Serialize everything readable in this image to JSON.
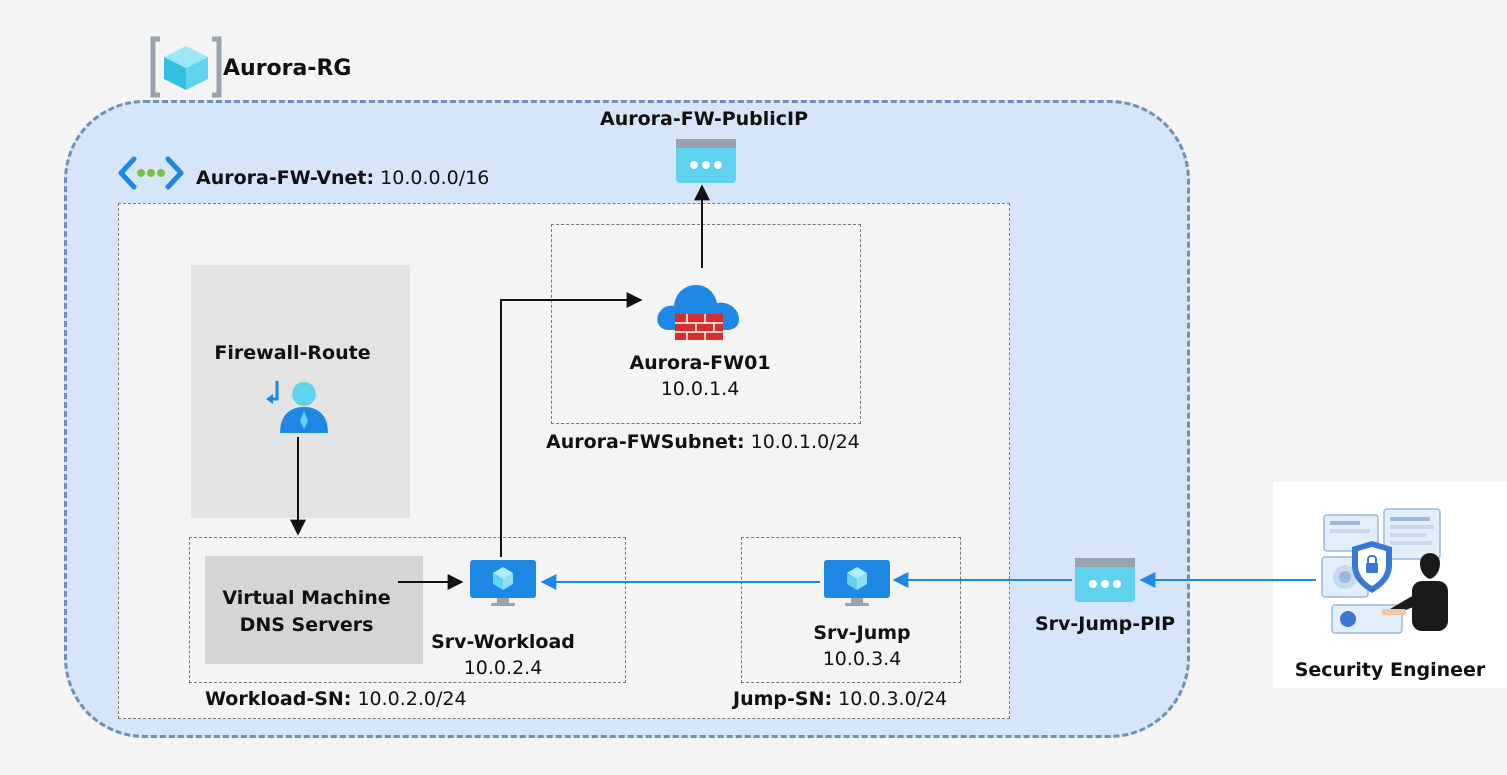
{
  "resource_group": {
    "name": "Aurora-RG"
  },
  "vnet": {
    "name": "Aurora-FW-Vnet:",
    "cidr": "10.0.0.0/16"
  },
  "public_ip": {
    "name": "Aurora-FW-PublicIP"
  },
  "fw_subnet": {
    "name": "Aurora-FWSubnet:",
    "cidr": "10.0.1.0/24"
  },
  "firewall": {
    "name": "Aurora-FW01",
    "ip": "10.0.1.4"
  },
  "route": {
    "name": "Firewall-Route"
  },
  "dns": {
    "line1": "Virtual Machine",
    "line2": "DNS Servers"
  },
  "workload": {
    "name": "Srv-Workload",
    "ip": "10.0.2.4"
  },
  "workload_subnet": {
    "name": "Workload-SN:",
    "cidr": "10.0.2.0/24"
  },
  "jump": {
    "name": "Srv-Jump",
    "ip": "10.0.3.4"
  },
  "jump_subnet": {
    "name": "Jump-SN:",
    "cidr": "10.0.3.0/24"
  },
  "jump_pip": {
    "name": "Srv-Jump-PIP"
  },
  "engineer": {
    "name": "Security Engineer"
  },
  "colors": {
    "rg_fill": "#d6e5f7",
    "azure_blue": "#1e88e5",
    "firewall_red": "#d32f2f",
    "arrow_black": "#111111"
  }
}
